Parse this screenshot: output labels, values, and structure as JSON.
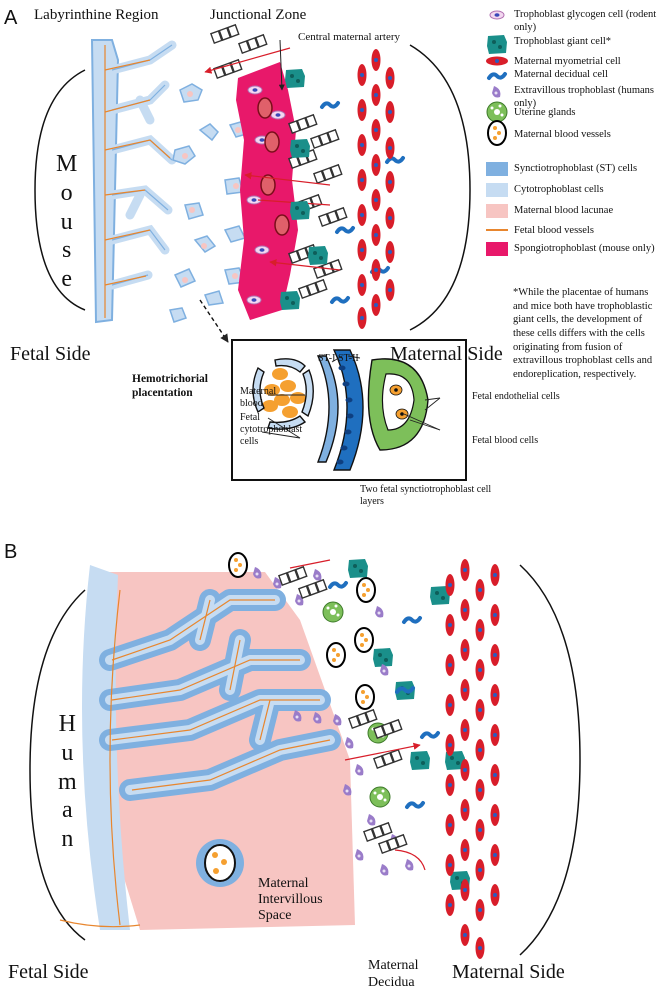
{
  "panel_a": {
    "letter": "A",
    "labyrinthine_region": "Labyrinthine Region",
    "junctional_zone": "Junctional Zone",
    "central_maternal_artery": "Central maternal artery",
    "species": "Mouse",
    "fetal_side": "Fetal Side",
    "maternal_side": "Maternal Side",
    "inset": {
      "title": "Hemotrichorial placentation",
      "st_i": "ST-I",
      "st_ii": "ST-II",
      "maternal_blood": "Maternal blood",
      "fetal_cytotrophoblast_cells": "Fetal cytotrophoblast cells",
      "fetal_endothelial_cells": "Fetal endothelial cells",
      "fetal_blood_cells": "Fetal blood cells",
      "two_fetal_st_layers": "Two fetal synctiotrophoblast cell layers"
    }
  },
  "legend": [
    {
      "symbol": "glycogen-cell",
      "label": "Trophoblast glycogen cell (rodent only)"
    },
    {
      "symbol": "giant-cell",
      "label": "Trophoblast giant cell*"
    },
    {
      "symbol": "myometrial-cell",
      "label": "Maternal myometrial cell"
    },
    {
      "symbol": "decidual-cell",
      "label": "Maternal decidual cell"
    },
    {
      "symbol": "evt",
      "label": "Extravillous trophoblast (humans only)"
    },
    {
      "symbol": "uterine-gland",
      "label": "Uterine glands"
    },
    {
      "symbol": "maternal-vessel",
      "label": "Maternal blood vessels"
    },
    {
      "symbol": "st-swatch",
      "label": "Synctiotrophoblast (ST) cells"
    },
    {
      "symbol": "ct-swatch",
      "label": "Cytotrophoblast cells"
    },
    {
      "symbol": "lacunae-swatch",
      "label": "Maternal blood lacunae"
    },
    {
      "symbol": "fetal-vessel-line",
      "label": "Fetal blood vessels"
    },
    {
      "symbol": "spongio-swatch",
      "label": "Spongiotrophoblast (mouse only)"
    }
  ],
  "footnote": "*While the placentae of humans and mice both have trophoblastic giant cells, the development of these cells differs with the cells originating from fusion of extravillous trophoblast cells and endoreplication, respectively.",
  "panel_b": {
    "letter": "B",
    "species": "Human",
    "intervillous_space": "Maternal Intervillous Space",
    "fetal_side": "Fetal Side",
    "maternal_decidua": "Maternal Decidua",
    "maternal_side": "Maternal Side"
  },
  "colors": {
    "syncytiotrophoblast": "#7fb0e0",
    "cytotrophoblast": "#c6dcf2",
    "maternal_lacunae": "#f7c5c2",
    "fetal_vessel": "#e8862e",
    "spongiotrophoblast": "#e8186a",
    "myometrial": "#d81e2a",
    "decidual": "#1f6fbf",
    "giant_cell": "#1a8f8a",
    "evt": "#9a7cc9",
    "gland": "#7dbf5a",
    "maternal_blood_cell": "#f5a030"
  }
}
